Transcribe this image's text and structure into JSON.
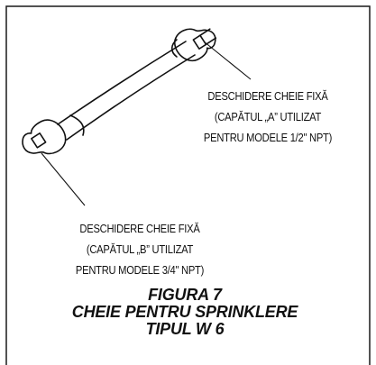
{
  "figure": {
    "label_a": {
      "line1": "DESCHIDERE CHEIE FIXĂ",
      "line2": "(CAPĂTUL „A” UTILIZAT",
      "line3": "PENTRU MODELE 1/2\" NPT)"
    },
    "label_b": {
      "line1": "DESCHIDERE CHEIE FIXĂ",
      "line2": "(CAPĂTUL „B” UTILIZAT",
      "line3": "PENTRU MODELE 3/4\" NPT)"
    },
    "caption": {
      "line1": "FIGURA 7",
      "line2": "CHEIE PENTRU SPRINKLERE",
      "line3": "TIPUL W 6"
    }
  }
}
